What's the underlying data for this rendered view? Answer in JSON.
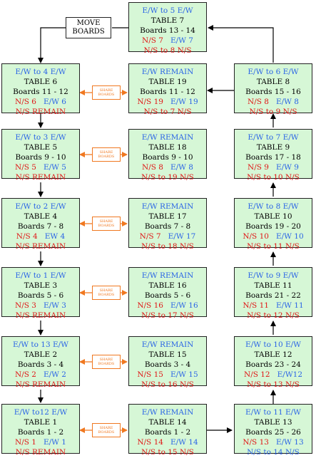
{
  "move_boards": "MOVE\nBOARDS",
  "share_label": "SHARE\nBOARDS",
  "tables": {
    "t7": {
      "l1": "E/W to 5 E/W",
      "l2": "TABLE  7",
      "l3": "Boards 13 - 14",
      "ns": "N/S 7",
      "ew": "E/W 7",
      "l5": "N/S to 8 N/S"
    },
    "t6": {
      "l1": "E/W to 4 E/W",
      "l2": "TABLE  6",
      "l3": "Boards 11 - 12",
      "ns": "N/S 6",
      "ew": "E/W 6",
      "l5": "N/S REMAIN"
    },
    "t19": {
      "l1": "E/W REMAIN",
      "l2": "TABLE  19",
      "l3": "Boards 11 - 12",
      "ns": "N/S 19",
      "ew": "E/W 19",
      "l5": "N/S to 7 N/S"
    },
    "t8": {
      "l1": "E/W to 6 E/W",
      "l2": "TABLE  8",
      "l3": "Boards 15 - 16",
      "ns": "N/S 8",
      "ew": "E/W 8",
      "l5": "N/S to 9 N/S"
    },
    "t5": {
      "l1": "E/W to 3 E/W",
      "l2": "TABLE  5",
      "l3": "Boards 9 - 10",
      "ns": "N/S 5",
      "ew": "E/W 5",
      "l5": "N/S REMAIN"
    },
    "t18": {
      "l1": "E/W REMAIN",
      "l2": "TABLE  18",
      "l3": "Boards 9 - 10",
      "ns": "N/S 8",
      "ew": "E/W 8",
      "l5": "N/S to 19 N/S"
    },
    "t9": {
      "l1": "E/W to 7 E/W",
      "l2": "TABLE  9",
      "l3": "Boards 17 - 18",
      "ns": "N/S 9",
      "ew": "E/W 9",
      "l5": "N/S to 10 N/S"
    },
    "t4": {
      "l1": "E/W to 2 E/W",
      "l2": "TABLE  4",
      "l3": "Boards 7 - 8",
      "ns": "N/S 4",
      "ew": "EW 4",
      "l5": "N/S REMAIN"
    },
    "t17": {
      "l1": "E/W REMAIN",
      "l2": "TABLE  17",
      "l3": "Boards 7 - 8",
      "ns": "N/S 7",
      "ew": "E/W 17",
      "l5": "N/S to 18 N/S"
    },
    "t10": {
      "l1": "E/W to 8 E/W",
      "l2": "TABLE  10",
      "l3": "Boards 19 - 20",
      "ns": "N/S 10",
      "ew": "E/W 10",
      "l5": "N/S to 11 N/S"
    },
    "t3": {
      "l1": "E/W to 1 E/W",
      "l2": "TABLE  3",
      "l3": "Boards 5 - 6",
      "ns": "N/S 3",
      "ew": "E/W 3",
      "l5": "N/S REMAIN"
    },
    "t16": {
      "l1": "E/W REMAIN",
      "l2": "TABLE  16",
      "l3": "Boards 5 - 6",
      "ns": "N/S 16",
      "ew": "E/W 16",
      "l5": "N/S to 17 N/S"
    },
    "t11": {
      "l1": "E/W to 9 E/W",
      "l2": "TABLE  11",
      "l3": "Boards 21 - 22",
      "ns": "N/S 11",
      "ew": "E/W 11",
      "l5": "N/S to 12 N/S"
    },
    "t2": {
      "l1": "E/W to 13 E/W",
      "l2": "TABLE  2",
      "l3": "Boards 3 - 4",
      "ns": "N/S 2",
      "ew": "E/W 2",
      "l5": "N/S REMAIN"
    },
    "t15": {
      "l1": "E/W REMAIN",
      "l2": "TABLE  15",
      "l3": "Boards 3 - 4",
      "ns": "N/S 15",
      "ew": "E/W 15",
      "l5": "N/S to 16 N/S"
    },
    "t12": {
      "l1": "E/W to 10 E/W",
      "l2": "TABLE  12",
      "l3": "Boards 23 - 24",
      "ns": "N/S 12",
      "ew": "E/W12",
      "l5": "N/S to 13 N/S"
    },
    "t1": {
      "l1": "E/W to12 E/W",
      "l2": "TABLE  1",
      "l3": "Boards  1 - 2",
      "ns": "N/S 1",
      "ew": "E/W 1",
      "l5": "N/S REMAIN"
    },
    "t14": {
      "l1": "E/W REMAIN",
      "l2": "TABLE  14",
      "l3": "Boards  1 - 2",
      "ns": "N/S 14",
      "ew": "E/W 14",
      "l5": "N/S to 15 N/S"
    },
    "t13": {
      "l1": "E/W to 11 E/W",
      "l2": "TABLE  13",
      "l3": "Boards 25 - 26",
      "ns": "N/S 13",
      "ew": "E/W 13",
      "l5": "N/S to 14 N/S"
    }
  }
}
